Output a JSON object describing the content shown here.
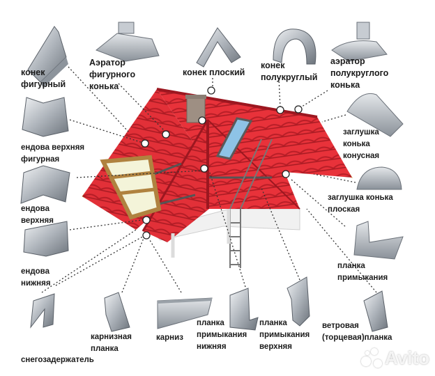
{
  "labels": {
    "konek_figurny": "конек\nфигурный",
    "aerator_figurnogo": "Аэратор\nфигурного\nконька",
    "konek_ploskiy": "конек плоский",
    "konek_polukrugly": "конек\nполукруглый",
    "aerator_polukruglogo": "аэратор\nполукруглого\nконька",
    "endova_verhnyaya_figurnaya": "ендова верхняя\nфигурная",
    "zaglushka_konusnaya": "заглушка\nконька\nконусная",
    "endova_verhnyaya": "ендова\nверхняя",
    "zaglushka_ploskaya": "заглушка конька\nплоская",
    "endova_nizhnyaya": "ендова\nнижняя",
    "planka_primykaniya": "планка\nпримыкания",
    "karniznaya_planka": "карнизная\nпланка",
    "karniz": "карниз",
    "planka_primykaniya_nizhnyaya": "планка\nпримыкания\nнижняя",
    "planka_primykaniya_verhnyaya": "планка\nпримыкания\nверхняя",
    "vetrovaya_planka": "ветровая\n(торцевая)планка",
    "snegozaderzhatel": "снегозадержатель"
  },
  "watermark": "Avito",
  "colors": {
    "roof_red": "#e8323a",
    "roof_dark": "#b81e27",
    "gable_yellow": "#e9e89a",
    "metal_light": "#d9dde2",
    "metal_dark": "#7c838b",
    "leader_line": "#333333"
  }
}
